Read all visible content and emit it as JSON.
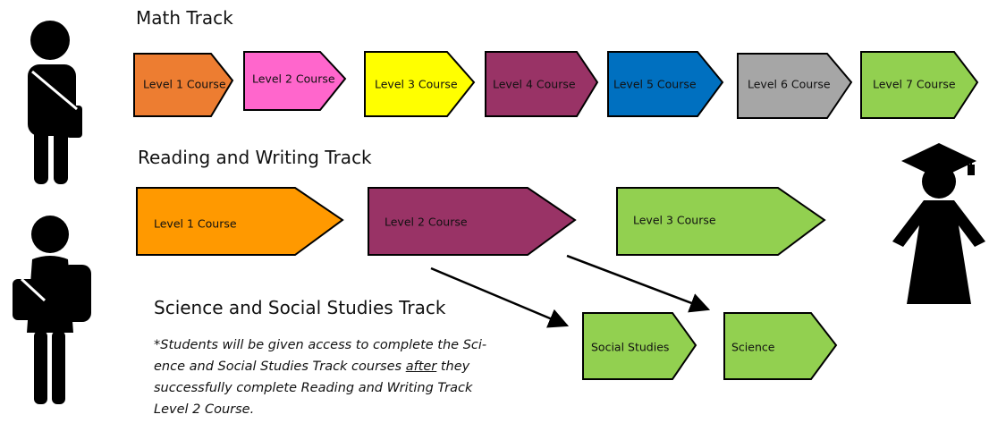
{
  "math_track": {
    "title": "Math Track",
    "courses": [
      {
        "label": "Level 1 Course",
        "color": "#ED7D31"
      },
      {
        "label": "Level 2 Course",
        "color": "#FF66CC"
      },
      {
        "label": "Level 3 Course",
        "color": "#FFFF00"
      },
      {
        "label": "Level 4 Course",
        "color": "#993366"
      },
      {
        "label": "Level 5 Course",
        "color": "#0070C0"
      },
      {
        "label": "Level 6 Course",
        "color": "#A6A6A6"
      },
      {
        "label": "Level 7 Course",
        "color": "#92D050"
      }
    ]
  },
  "reading_writing_track": {
    "title": "Reading and Writing Track",
    "courses": [
      {
        "label": "Level 1 Course",
        "color": "#FF9900"
      },
      {
        "label": "Level 2 Course",
        "color": "#993366"
      },
      {
        "label": "Level 3 Course",
        "color": "#92D050"
      }
    ]
  },
  "science_social_track": {
    "title": "Science and Social Studies Track",
    "note_part1": "*Students will be given access to complete the Sci-ence and Social Studies Track courses ",
    "note_underlined": "after",
    "note_part2": " they successfully complete Reading and Writing Track Level 2 Course.",
    "courses": [
      {
        "label": "Social Studies",
        "color": "#92D050"
      },
      {
        "label": "Science",
        "color": "#92D050"
      }
    ]
  },
  "figures": {
    "student_1": "student-with-shoulder-bag-icon",
    "student_2": "student-with-backpack-icon",
    "graduate": "graduate-in-cap-and-gown-icon"
  }
}
